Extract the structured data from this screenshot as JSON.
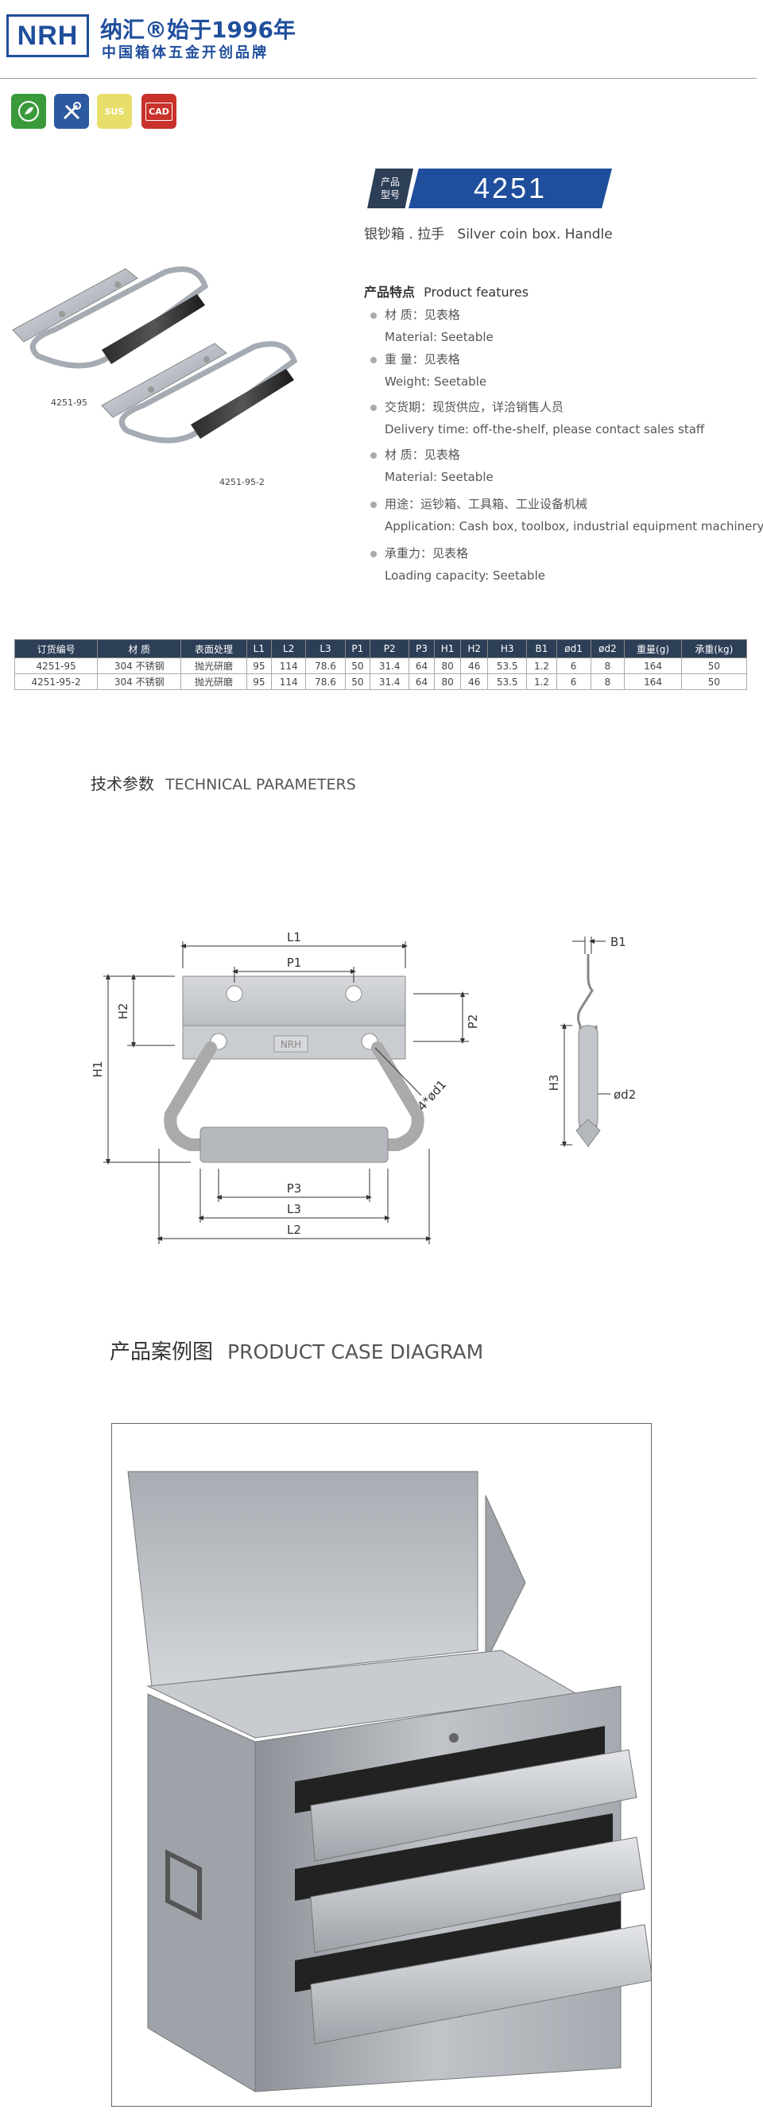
{
  "header": {
    "logo": "NRH",
    "brand_main": "纳汇®始于1996年",
    "brand_sub": "中国箱体五金开创品牌"
  },
  "badges": [
    {
      "name": "eco-icon",
      "label": "",
      "color": "#3a9a3a"
    },
    {
      "name": "tools-icon",
      "label": "",
      "color": "#2c5aa0"
    },
    {
      "name": "sus-badge",
      "label": "SUS",
      "color": "#e8df6a"
    },
    {
      "name": "cad-badge",
      "label": "CAD",
      "color": "#c8322b"
    }
  ],
  "product": {
    "model_tag": "产品\n型号",
    "model_no": "4251",
    "subtitle": "银钞箱 . 拉手   Silver coin box. Handle",
    "image_labels": [
      "4251-95",
      "4251-95-2"
    ]
  },
  "features": {
    "title_cn": "产品特点",
    "title_en": "Product features",
    "items": [
      {
        "cn": "材  质：见表格",
        "en": "Material: Seetable"
      },
      {
        "cn": "重  量：见表格",
        "en": "Weight: Seetable"
      },
      {
        "cn": "交货期：现货供应，详洽销售人员",
        "en": "Delivery time: off-the-shelf, please contact sales staff"
      },
      {
        "cn": "材  质：见表格",
        "en": "Material: Seetable"
      },
      {
        "cn": "用途：运钞箱、工具箱、工业设备机械",
        "en": "Application: Cash box, toolbox, industrial equipment machinery"
      },
      {
        "cn": "承重力：见表格",
        "en": "Loading capacity: Seetable"
      }
    ]
  },
  "table": {
    "headers": [
      "订货编号",
      "材  质",
      "表面处理",
      "L1",
      "L2",
      "L3",
      "P1",
      "P2",
      "P3",
      "H1",
      "H2",
      "H3",
      "B1",
      "ød1",
      "ød2",
      "重量(g)",
      "承重(kg)"
    ],
    "rows": [
      [
        "4251-95",
        "304 不锈钢",
        "抛光研磨",
        "95",
        "114",
        "78.6",
        "50",
        "31.4",
        "64",
        "80",
        "46",
        "53.5",
        "1.2",
        "6",
        "8",
        "164",
        "50"
      ],
      [
        "4251-95-2",
        "304 不锈钢",
        "抛光研磨",
        "95",
        "114",
        "78.6",
        "50",
        "31.4",
        "64",
        "80",
        "46",
        "53.5",
        "1.2",
        "6",
        "8",
        "164",
        "50"
      ]
    ]
  },
  "technical": {
    "title_cn": "技术参数",
    "title_en": "TECHNICAL PARAMETERS",
    "labels": {
      "L1": "L1",
      "P1": "P1",
      "P2": "P2",
      "H1": "H1",
      "H2": "H2",
      "P3": "P3",
      "L3": "L3",
      "L2": "L2",
      "d1": "4*ød1",
      "B1": "B1",
      "H3": "H3",
      "d2": "ød2",
      "logo": "NRH"
    }
  },
  "case": {
    "title_cn": "产品案例图",
    "title_en": "PRODUCT CASE DIAGRAM"
  }
}
